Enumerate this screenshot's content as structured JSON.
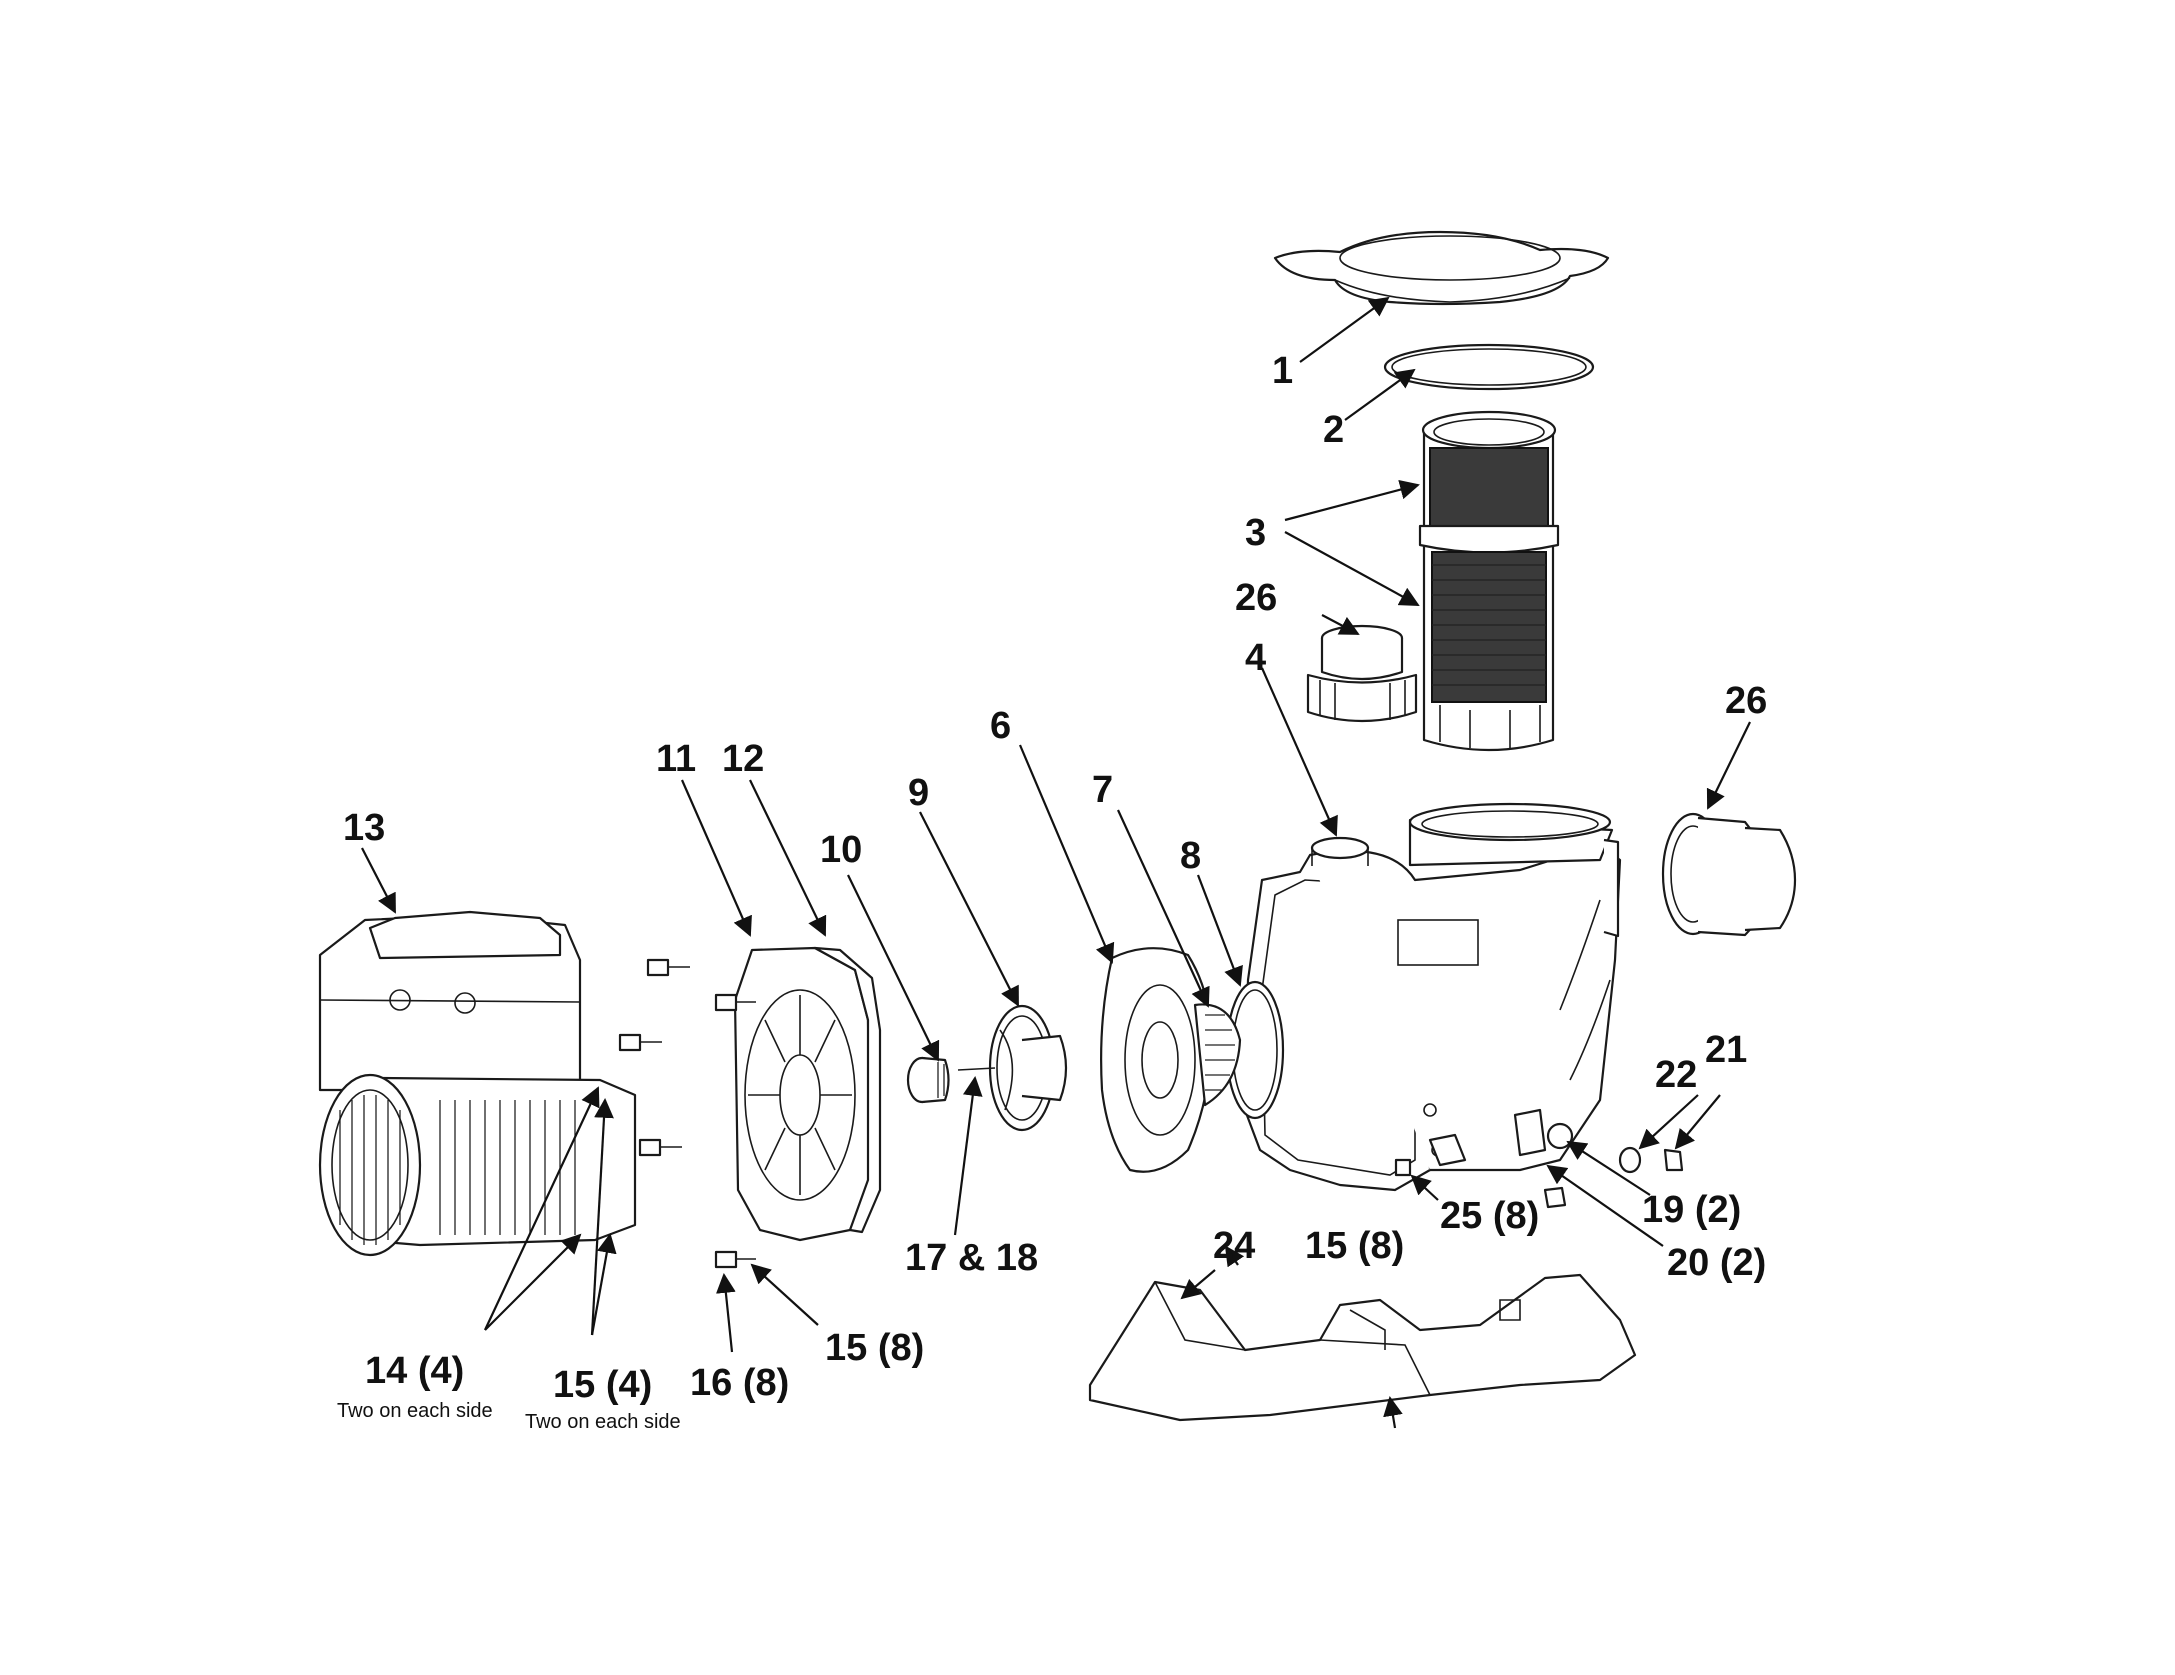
{
  "callouts": {
    "c1": "1",
    "c2": "2",
    "c3": "3",
    "c4": "4",
    "c6": "6",
    "c7": "7",
    "c8": "8",
    "c9": "9",
    "c10": "10",
    "c11": "11",
    "c12": "12",
    "c13": "13",
    "c14": "14 (4)",
    "c15_motor": "15 (4)",
    "c15_plate": "15 (8)",
    "c15_housing": "15 (8)",
    "c16": "16 (8)",
    "c17_18": "17 & 18",
    "c19": "19 (2)",
    "c20": "20 (2)",
    "c21": "21",
    "c22": "22",
    "c24": "24",
    "c25": "25 (8)",
    "c26_left": "26",
    "c26_right": "26"
  },
  "notes": {
    "n14": "Two on each side",
    "n15": "Two on each side"
  },
  "icons": {
    "motor": "motor-icon",
    "lid": "strainer-lid-icon",
    "basket": "strainer-basket-icon",
    "housing": "pump-housing-icon",
    "base": "pump-base-icon"
  }
}
